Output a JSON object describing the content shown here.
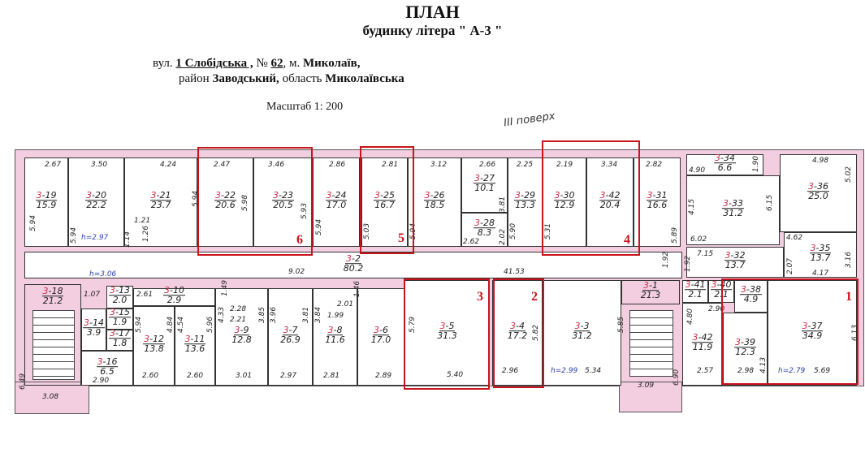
{
  "header": {
    "title": "ПЛАН",
    "subtitle": "будинку літера \" А-3  \"",
    "address_prefix": "вул.",
    "street": "1 Слобідська ,",
    "number_label": "№",
    "number": "62",
    "city_prefix": ", м.",
    "city": "Миколаїв,",
    "district_prefix": "район",
    "district": "Заводський,",
    "region_prefix": "область",
    "region": "Миколаївська",
    "scale": "Масштаб 1: 200",
    "floor": "ІІІ поверх"
  },
  "rooms": [
    {
      "prefix": "3",
      "id": "-19",
      "area": "15.9"
    },
    {
      "prefix": "3",
      "id": "-20",
      "area": "22.2"
    },
    {
      "prefix": "3",
      "id": "-21",
      "area": "23.7"
    },
    {
      "prefix": "3",
      "id": "-22",
      "area": "20.6"
    },
    {
      "prefix": "3",
      "id": "-23",
      "area": "20.5"
    },
    {
      "prefix": "3",
      "id": "-24",
      "area": "17.0"
    },
    {
      "prefix": "3",
      "id": "-25",
      "area": "16.7"
    },
    {
      "prefix": "3",
      "id": "-26",
      "area": "18.5"
    },
    {
      "prefix": "3",
      "id": "-27",
      "area": "10.1"
    },
    {
      "prefix": "3",
      "id": "-28",
      "area": "8.3"
    },
    {
      "prefix": "3",
      "id": "-29",
      "area": "13.3"
    },
    {
      "prefix": "3",
      "id": "-30",
      "area": "12.9"
    },
    {
      "prefix": "3",
      "id": "-42",
      "area": "20.4"
    },
    {
      "prefix": "3",
      "id": "-31",
      "area": "16.6"
    },
    {
      "prefix": "3",
      "id": "-34",
      "area": "6.6"
    },
    {
      "prefix": "3",
      "id": "-33",
      "area": "31.2"
    },
    {
      "prefix": "3",
      "id": "-36",
      "area": "25.0"
    },
    {
      "prefix": "3",
      "id": "-32",
      "area": "13.7"
    },
    {
      "prefix": "3",
      "id": "-35",
      "area": "13.7"
    },
    {
      "prefix": "3",
      "id": "-2",
      "area": "80.2"
    },
    {
      "prefix": "3",
      "id": "-18",
      "area": "21.2"
    },
    {
      "prefix": "3",
      "id": "-13",
      "area": "2.0"
    },
    {
      "prefix": "3",
      "id": "-14",
      "area": "3.9"
    },
    {
      "prefix": "3",
      "id": "-15",
      "area": "1.9"
    },
    {
      "prefix": "3",
      "id": "-17",
      "area": "1.8"
    },
    {
      "prefix": "3",
      "id": "-16",
      "area": "6.5"
    },
    {
      "prefix": "3",
      "id": "-10",
      "area": "2.9"
    },
    {
      "prefix": "3",
      "id": "-12",
      "area": "13.8"
    },
    {
      "prefix": "3",
      "id": "-11",
      "area": "13.6"
    },
    {
      "prefix": "3",
      "id": "-9",
      "area": "12.8"
    },
    {
      "prefix": "3",
      "id": "-7",
      "area": "26.9"
    },
    {
      "prefix": "3",
      "id": "-8",
      "area": "11.6"
    },
    {
      "prefix": "3",
      "id": "-6",
      "area": "17.0"
    },
    {
      "prefix": "3",
      "id": "-5",
      "area": "31.3"
    },
    {
      "prefix": "3",
      "id": "-4",
      "area": "17.2"
    },
    {
      "prefix": "3",
      "id": "-3",
      "area": "31.2"
    },
    {
      "prefix": "3",
      "id": "-1",
      "area": "21.3"
    },
    {
      "prefix": "3",
      "id": "-41",
      "area": "2.1"
    },
    {
      "prefix": "3",
      "id": "-40",
      "area": "2.1"
    },
    {
      "prefix": "3",
      "id": "-38",
      "area": "4.9"
    },
    {
      "prefix": "3",
      "id": "-42",
      "area": "11.9"
    },
    {
      "prefix": "3",
      "id": "-39",
      "area": "12.3"
    },
    {
      "prefix": "3",
      "id": "-37",
      "area": "34.9"
    }
  ],
  "dimensions": [
    "2.67",
    "3.50",
    "4.24",
    "2.47",
    "3.46",
    "2.86",
    "2.81",
    "3.12",
    "2.66",
    "2.25",
    "2.19",
    "3.34",
    "2.82",
    "4.98",
    "4.90",
    "1.90",
    "5.94",
    "5.94",
    "5.94",
    "5.98",
    "5.93",
    "5.94",
    "5.03",
    "5.94",
    "3.81",
    "2.02",
    "2.62",
    "5.90",
    "5.31",
    "5.89",
    "4.15",
    "6.15",
    "5.02",
    "6.02",
    "4.62",
    "7.15",
    "2.07",
    "3.16",
    "4.17",
    "1.92",
    "1.92",
    "1.21",
    "1.26",
    "1.14",
    "9.02",
    "41.53",
    "2.28",
    "2.21",
    "2.01",
    "1.99",
    "1.46",
    "1.49",
    "1.07",
    "5.94",
    "4.84",
    "4.54",
    "5.96",
    "4.33",
    "3.85",
    "3.96",
    "3.81",
    "3.84",
    "5.79",
    "5.82",
    "5.85",
    "4.80",
    "4.13",
    "6.13",
    "2.90",
    "2.60",
    "2.60",
    "3.01",
    "2.97",
    "2.81",
    "2.89",
    "5.40",
    "2.96",
    "5.34",
    "2.57",
    "2.98",
    "5.69",
    "3.09",
    "6.90",
    "6.49",
    "3.08",
    "2.90",
    "2.61"
  ],
  "heights": [
    "h=2.97",
    "h=3.06",
    "h=2.99",
    "h=2.79"
  ],
  "markers": [
    "1",
    "2",
    "3",
    "4",
    "5",
    "6"
  ],
  "colors": {
    "wall": "#f3cde0",
    "marker": "#c8141c",
    "room_number": "#d0304a",
    "height_text": "#2a3fb0"
  }
}
